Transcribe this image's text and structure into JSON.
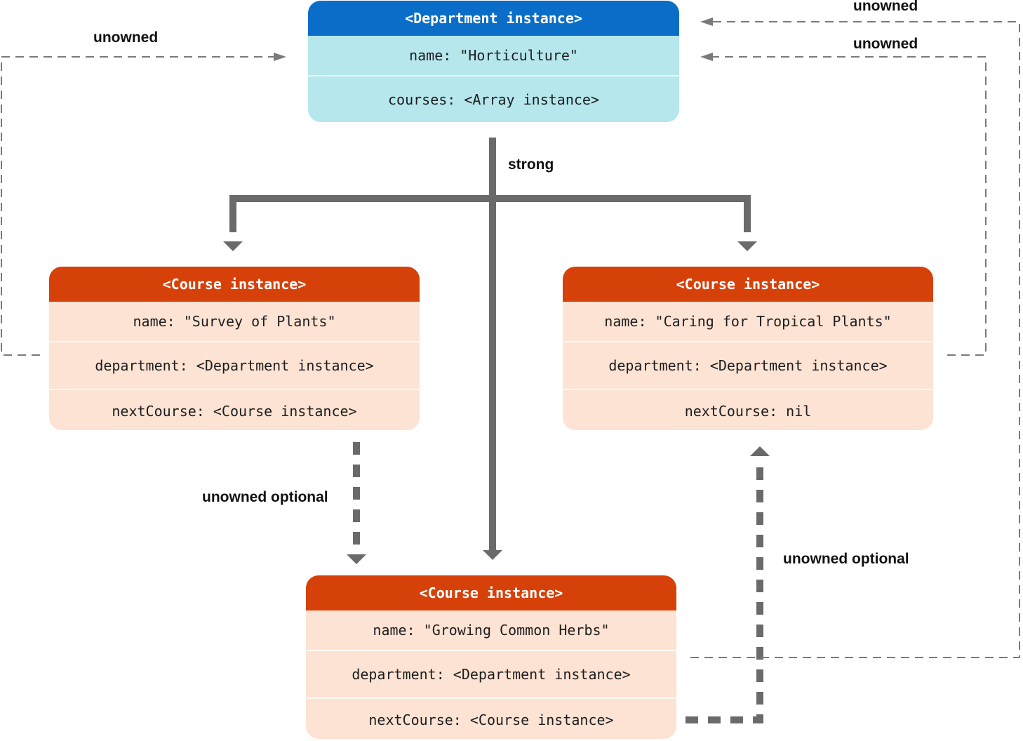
{
  "department": {
    "header": "<Department instance>",
    "name": "name: \"Horticulture\"",
    "courses": "courses: <Array instance>"
  },
  "course_left": {
    "header": "<Course instance>",
    "name": "name: \"Survey of Plants\"",
    "department": "department: <Department instance>",
    "next": "nextCourse: <Course instance>"
  },
  "course_right": {
    "header": "<Course instance>",
    "name": "name: \"Caring for Tropical Plants\"",
    "department": "department: <Department instance>",
    "next": "nextCourse: nil"
  },
  "course_bottom": {
    "header": "<Course instance>",
    "name": "name: \"Growing Common Herbs\"",
    "department": "department: <Department instance>",
    "next": "nextCourse: <Course instance>"
  },
  "labels": {
    "strong": "strong",
    "unowned_left": "unowned",
    "unowned_right_top": "unowned",
    "unowned_right": "unowned",
    "unowned_optional_left": "unowned optional",
    "unowned_optional_right": "unowned optional"
  },
  "colors": {
    "department_header": "#0a6ec8",
    "department_body": "#b5e7ec",
    "course_header": "#d6410a",
    "course_body": "#fde3d3",
    "connector": "#6a6a6a",
    "unowned_line": "#7a7a7a"
  }
}
